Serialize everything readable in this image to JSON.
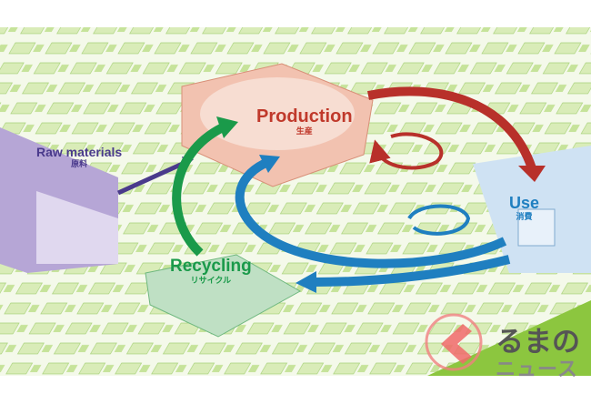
{
  "stages": {
    "raw_materials": {
      "label": "Raw materials",
      "jp": "原料",
      "color": "#4a3a8c"
    },
    "production": {
      "label": "Production",
      "jp": "生産",
      "color": "#c0392b"
    },
    "use": {
      "label": "Use",
      "jp": "消費",
      "color": "#1f7fc0"
    },
    "recycling": {
      "label": "Recycling",
      "jp": "リサイクル",
      "color": "#1a9a4a"
    }
  },
  "watermark": {
    "line1": "るまの",
    "line2": "ニュース"
  }
}
